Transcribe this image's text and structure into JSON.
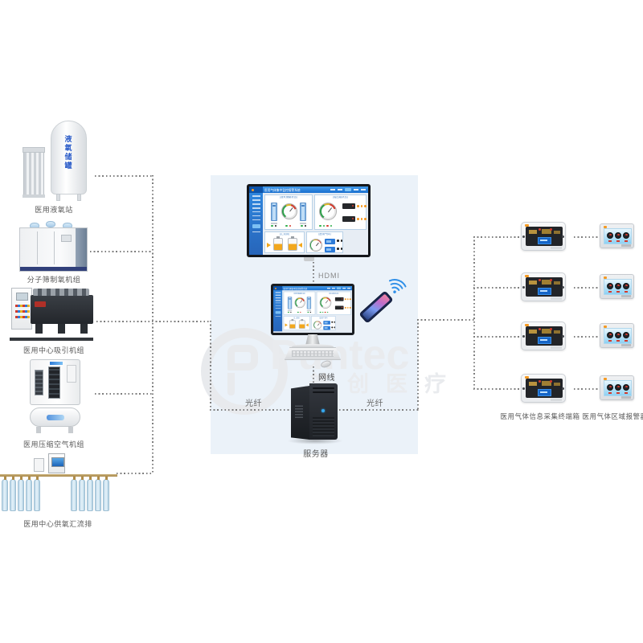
{
  "left": {
    "items": [
      {
        "label": "医用液氧站",
        "tank_text": "液氧储罐"
      },
      {
        "label": "分子筛制氧机组"
      },
      {
        "label": "医用中心吸引机组"
      },
      {
        "label": "医用压缩空气机组"
      },
      {
        "label": "医用中心供氧汇流排"
      }
    ]
  },
  "center": {
    "hdmi_label": "HDMI",
    "network_cable_label": "网线",
    "fiber_left_label": "光纤",
    "fiber_right_label": "光纤",
    "server_label": "服务器",
    "panel_bg": "#ebf2f9",
    "watermark": {
      "brand": "Puntec",
      "brand_cn": "普创医疗"
    }
  },
  "screen": {
    "title": "医用气体集中监控报警系统",
    "cards": [
      {
        "title": "(液氧储罐状态)"
      },
      {
        "title": "(稳压箱状态)"
      },
      {
        "title": "(汇流排)"
      },
      {
        "title": "(医用气体)"
      }
    ]
  },
  "right": {
    "terminal_label": "医用气体信息采集终端箱",
    "alarm_label": "医用气体区域报警器",
    "row_count": 4
  }
}
